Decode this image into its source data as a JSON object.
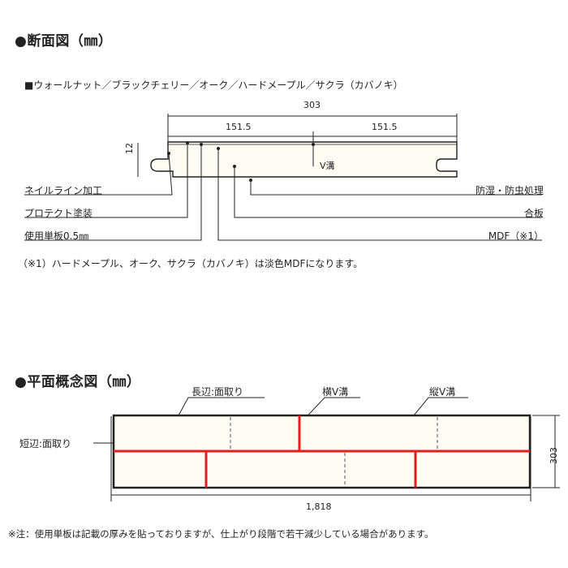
{
  "section1": {
    "title": "●断面図（㎜）",
    "species": "■ウォールナット／ブラックチェリー／オーク／ハードメープル／サクラ（カバノキ）",
    "dim_total": "303",
    "dim_half_left": "151.5",
    "dim_half_right": "151.5",
    "dim_thickness": "12",
    "vgroove_label": "V溝",
    "labels_left": [
      "ネイルライン加工",
      "プロテクト塗装",
      "使用単板0.5㎜"
    ],
    "labels_right": [
      "防湿・防虫処理",
      "合板",
      "MDF（※1）"
    ],
    "note": "（※1）ハードメープル、オーク、サクラ（カバノキ）は淡色MDFになります。"
  },
  "section2": {
    "title": "●平面概念図（㎜）",
    "label_long_edge": "長辺:面取り",
    "label_short_edge": "短辺:面取り",
    "label_horizontal_v": "横V溝",
    "label_vertical_v": "縦V溝",
    "dim_width": "303",
    "dim_length": "1,818"
  },
  "footnote": "※注：使用単板は記載の厚みを貼っておりますが、仕上がり段階で若干減少している場合があります。",
  "colors": {
    "board_fill": "#fcfcf2",
    "groove_red": "#e02020",
    "line": "#222222"
  }
}
